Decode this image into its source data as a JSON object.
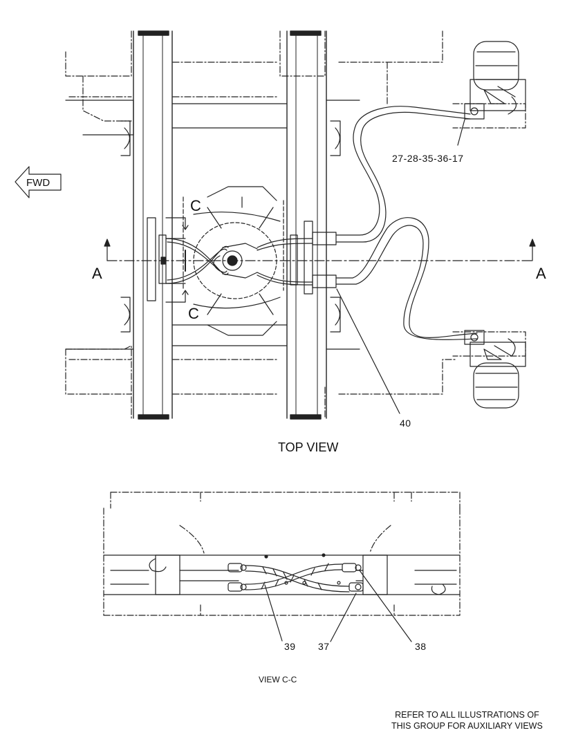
{
  "fwd_label": "FWD",
  "section_marks": {
    "left": "A",
    "right": "A",
    "top": "C",
    "bottom": "C"
  },
  "callouts": {
    "assembly": "27-28-35-36-17",
    "hose_40": "40",
    "hose_39": "39",
    "fitting_37": "37",
    "fitting_38": "38"
  },
  "views": {
    "top": "TOP VIEW",
    "section": "VIEW C-C"
  },
  "note": {
    "line1": "REFER TO ALL ILLUSTRATIONS OF",
    "line2": "THIS GROUP FOR AUXILIARY VIEWS"
  }
}
